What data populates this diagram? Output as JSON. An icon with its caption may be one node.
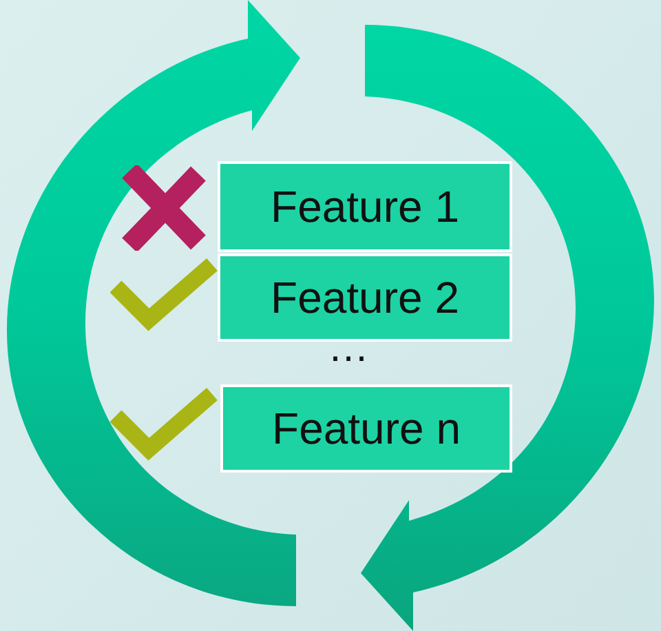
{
  "diagram": {
    "nodes": [
      {
        "text": [
          "Feature 1"
        ]
      },
      {
        "text": [
          "Feature 2"
        ]
      },
      {
        "text": [
          "Feature n"
        ]
      }
    ],
    "labels": [
      "…"
    ]
  }
}
